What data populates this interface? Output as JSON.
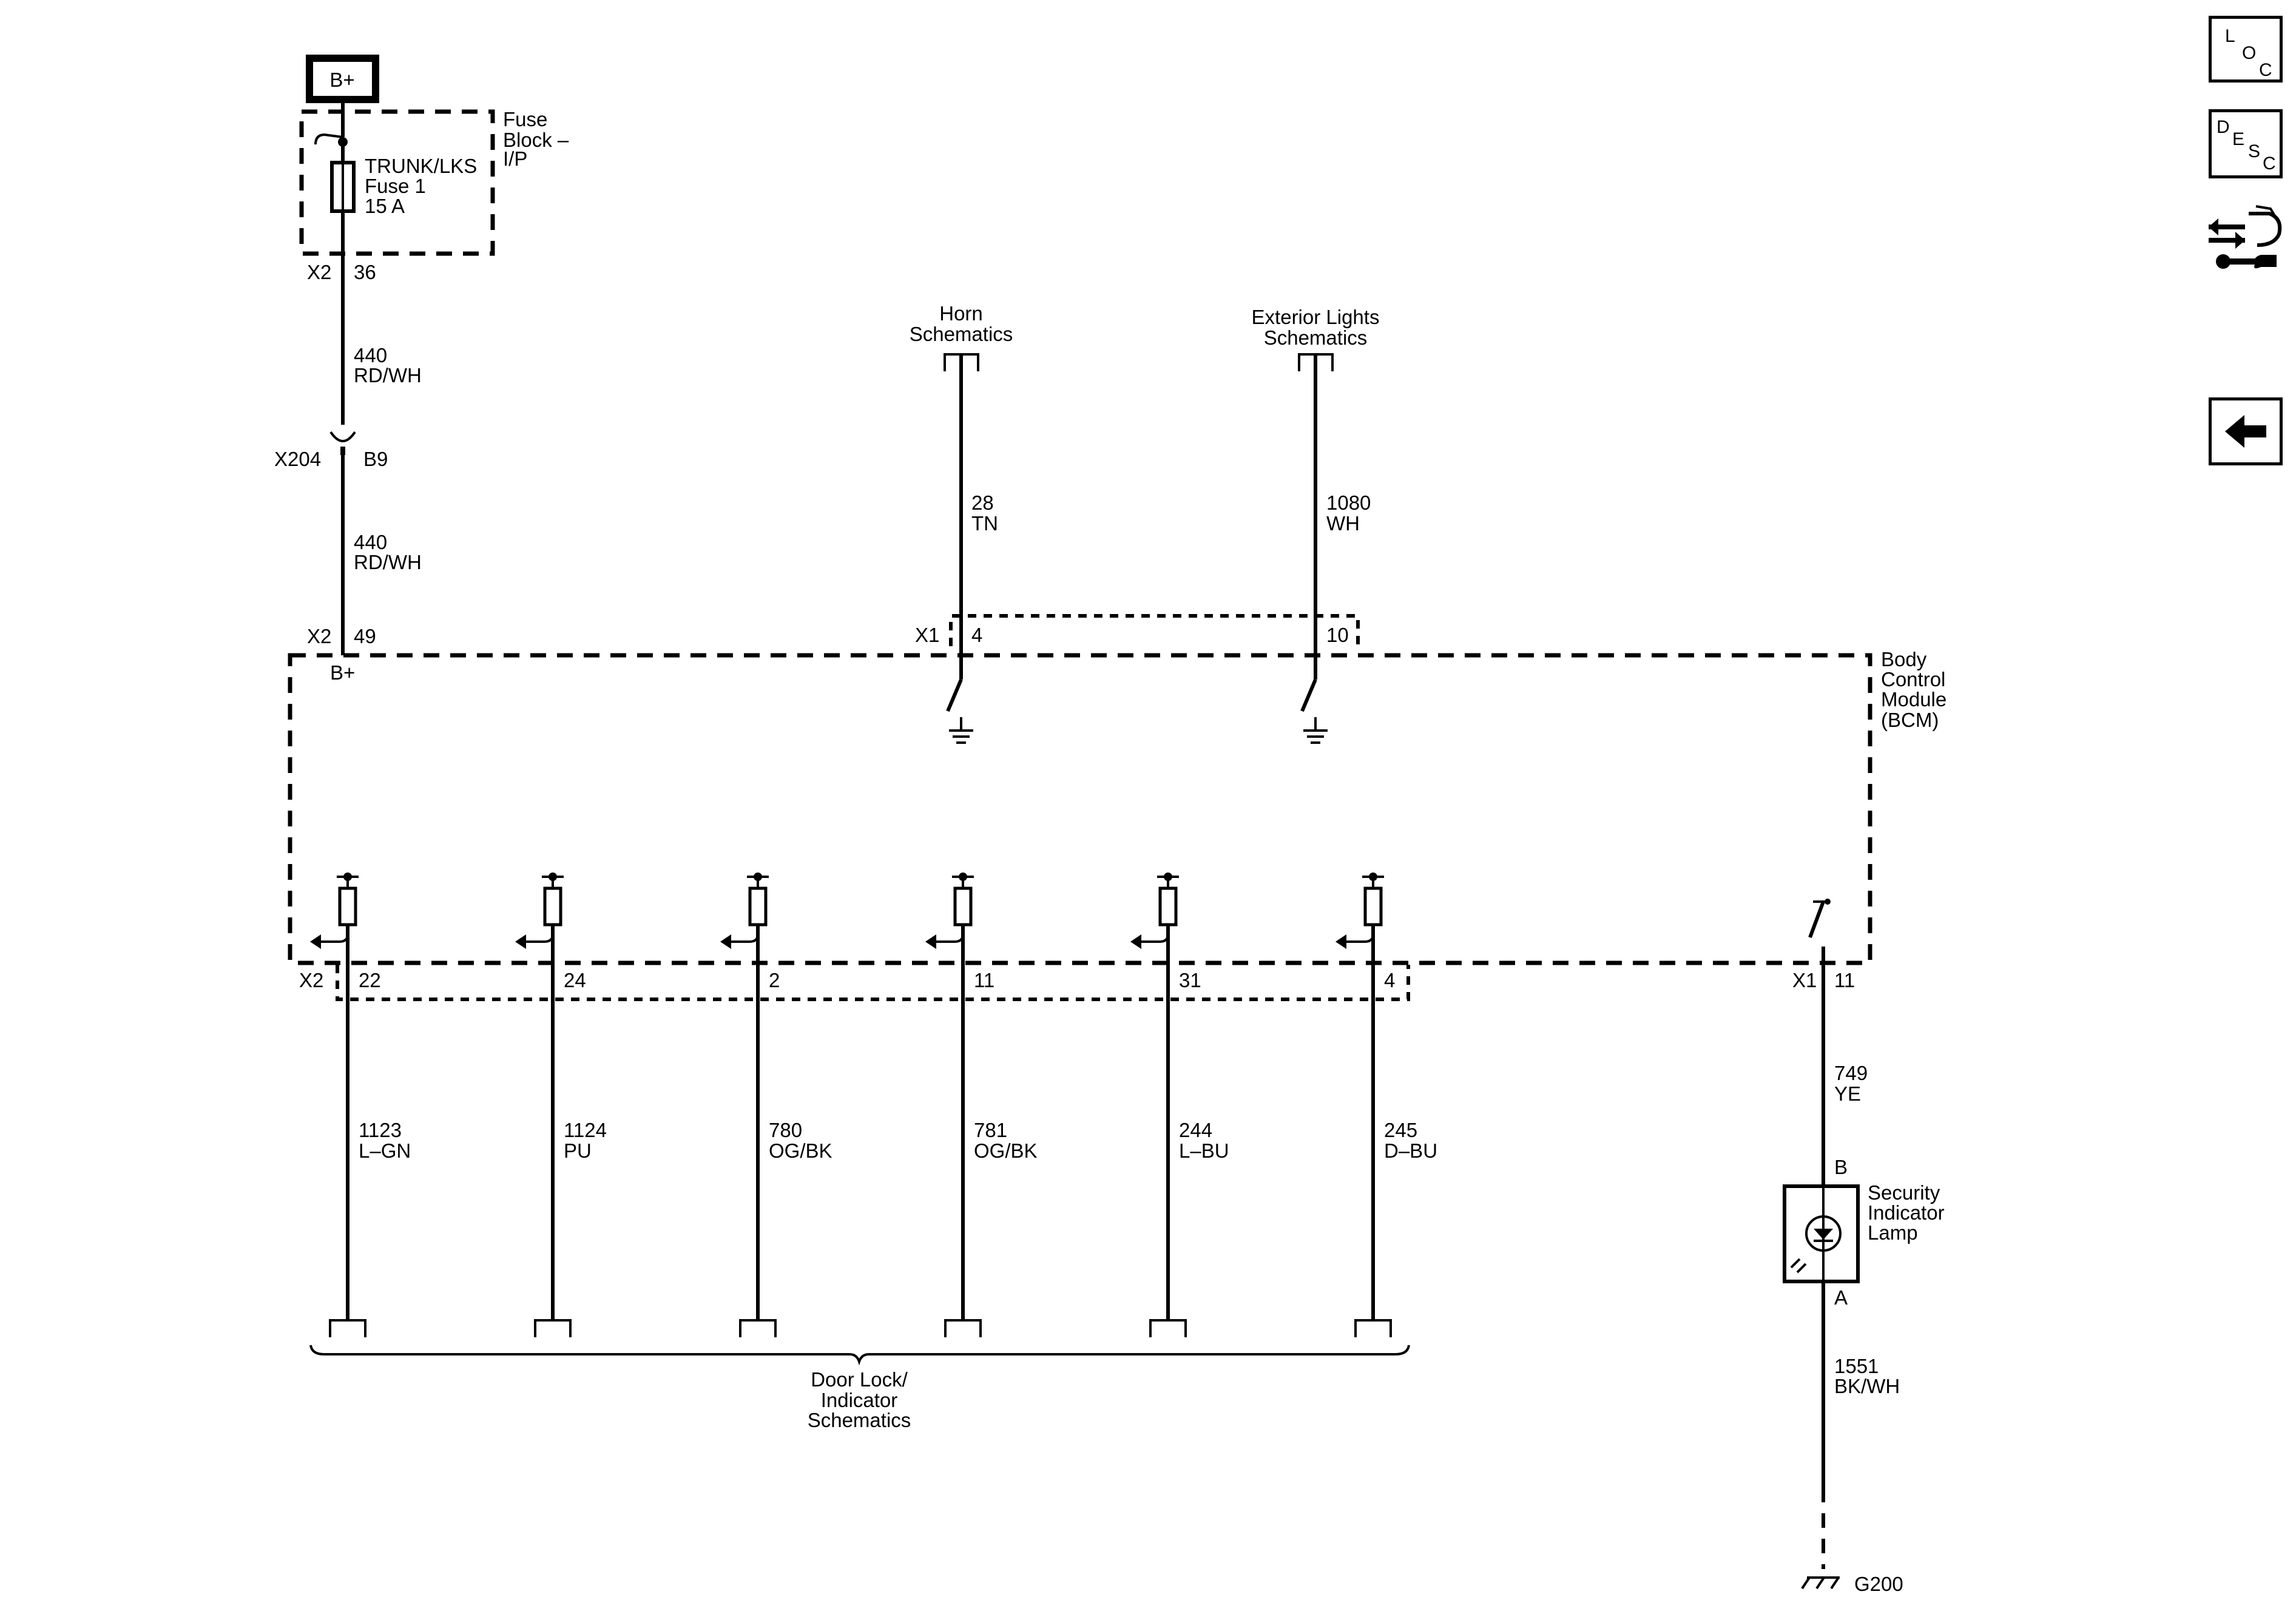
{
  "nav": {
    "loc": [
      "L",
      "O",
      "C"
    ],
    "desc": [
      "D",
      "E",
      "S",
      "C"
    ]
  },
  "icons": [
    "connector-tool-icon",
    "back-arrow-icon"
  ],
  "power": {
    "label": "B+"
  },
  "fuse_block": {
    "name": [
      "Fuse",
      "Block –",
      "I/P"
    ],
    "fuse": [
      "TRUNK/LKS",
      "Fuse 1",
      "15 A"
    ],
    "connector": "X2",
    "pin": "36"
  },
  "wire_440_upper": [
    "440",
    "RD/WH"
  ],
  "inline_connector": {
    "name": "X204",
    "pin": "B9"
  },
  "wire_440_lower": [
    "440",
    "RD/WH"
  ],
  "bcm_feed": {
    "connector": "X2",
    "pin": "49",
    "label": "B+"
  },
  "horn": {
    "title": [
      "Horn",
      "Schematics"
    ],
    "circuit": "28",
    "color": "TN",
    "pin": "4"
  },
  "exterior": {
    "title": [
      "Exterior Lights",
      "Schematics"
    ],
    "circuit": "1080",
    "color": "WH",
    "pin": "10"
  },
  "bcm_x1_connector": "X1",
  "bcm": {
    "name": [
      "Body",
      "Control",
      "Module",
      "(BCM)"
    ]
  },
  "outputs": {
    "connector": "X2",
    "pins": [
      {
        "pin": "22",
        "circuit": "1123",
        "color": "L–GN"
      },
      {
        "pin": "24",
        "circuit": "1124",
        "color": "PU"
      },
      {
        "pin": "2",
        "circuit": "780",
        "color": "OG/BK"
      },
      {
        "pin": "11",
        "circuit": "781",
        "color": "OG/BK"
      },
      {
        "pin": "31",
        "circuit": "244",
        "color": "L–BU"
      },
      {
        "pin": "4",
        "circuit": "245",
        "color": "D–BU"
      }
    ]
  },
  "door_lock": [
    "Door Lock/",
    "Indicator",
    "Schematics"
  ],
  "security": {
    "connector": "X1",
    "pin": "11",
    "wire_top": [
      "749",
      "YE"
    ],
    "lamp_pin_b": "B",
    "lamp_name": [
      "Security",
      "Indicator",
      "Lamp"
    ],
    "lamp_pin_a": "A",
    "wire_bottom": [
      "1551",
      "BK/WH"
    ],
    "ground": "G200"
  }
}
